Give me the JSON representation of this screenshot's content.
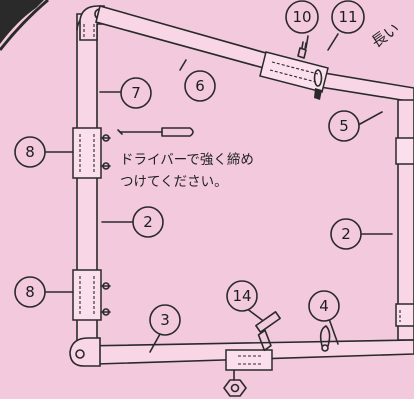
{
  "labels": {
    "n2": "2",
    "n3": "3",
    "n4": "4",
    "n5": "5",
    "n6": "6",
    "n7": "7",
    "n8": "8",
    "n10": "10",
    "n11": "11",
    "n14": "14"
  },
  "instruction": {
    "line1": "ドライバーで強く締め",
    "line2": "つけてください。"
  },
  "side_text": "長い"
}
